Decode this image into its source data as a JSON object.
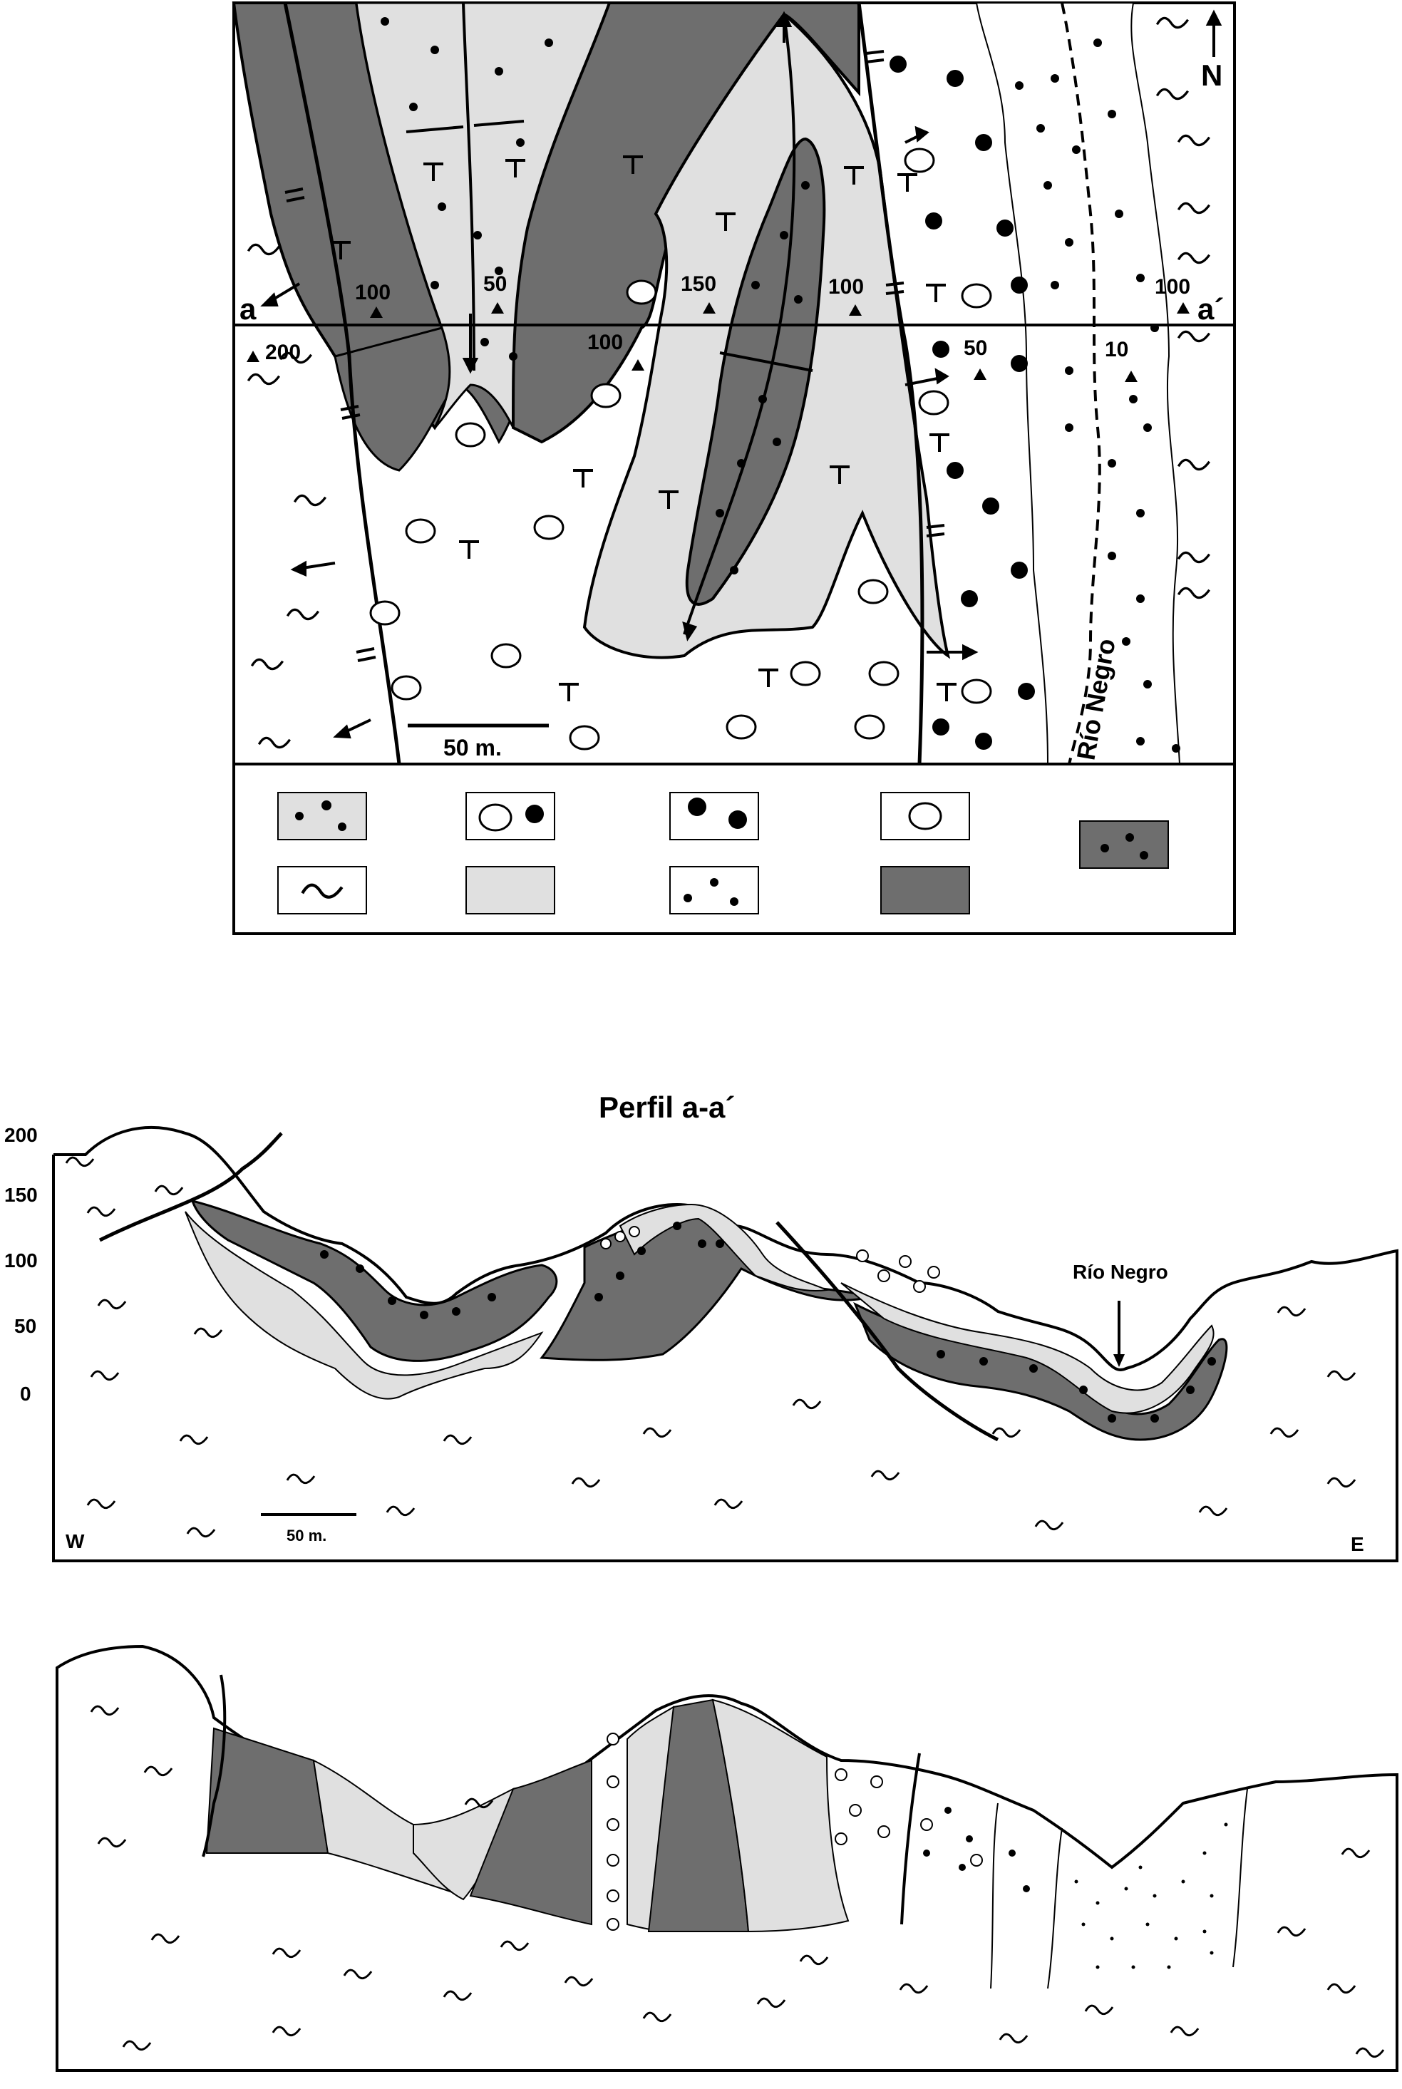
{
  "map": {
    "profile_start": "a",
    "profile_end": "a´",
    "north": "N",
    "river": "Río Negro",
    "scale": "50 m.",
    "elevations": [
      "100",
      "50",
      "150",
      "100",
      "100",
      "200",
      "100",
      "50",
      "10"
    ]
  },
  "profile": {
    "title": "Perfil a-a´",
    "y_ticks": [
      "200",
      "150",
      "100",
      "50",
      "0"
    ],
    "west": "W",
    "east": "E",
    "river": "Río Negro",
    "scale": "50 m."
  },
  "colors": {
    "dark_gray": "#6e6e6e",
    "light_gray": "#e0e0e0",
    "line": "#000000"
  }
}
